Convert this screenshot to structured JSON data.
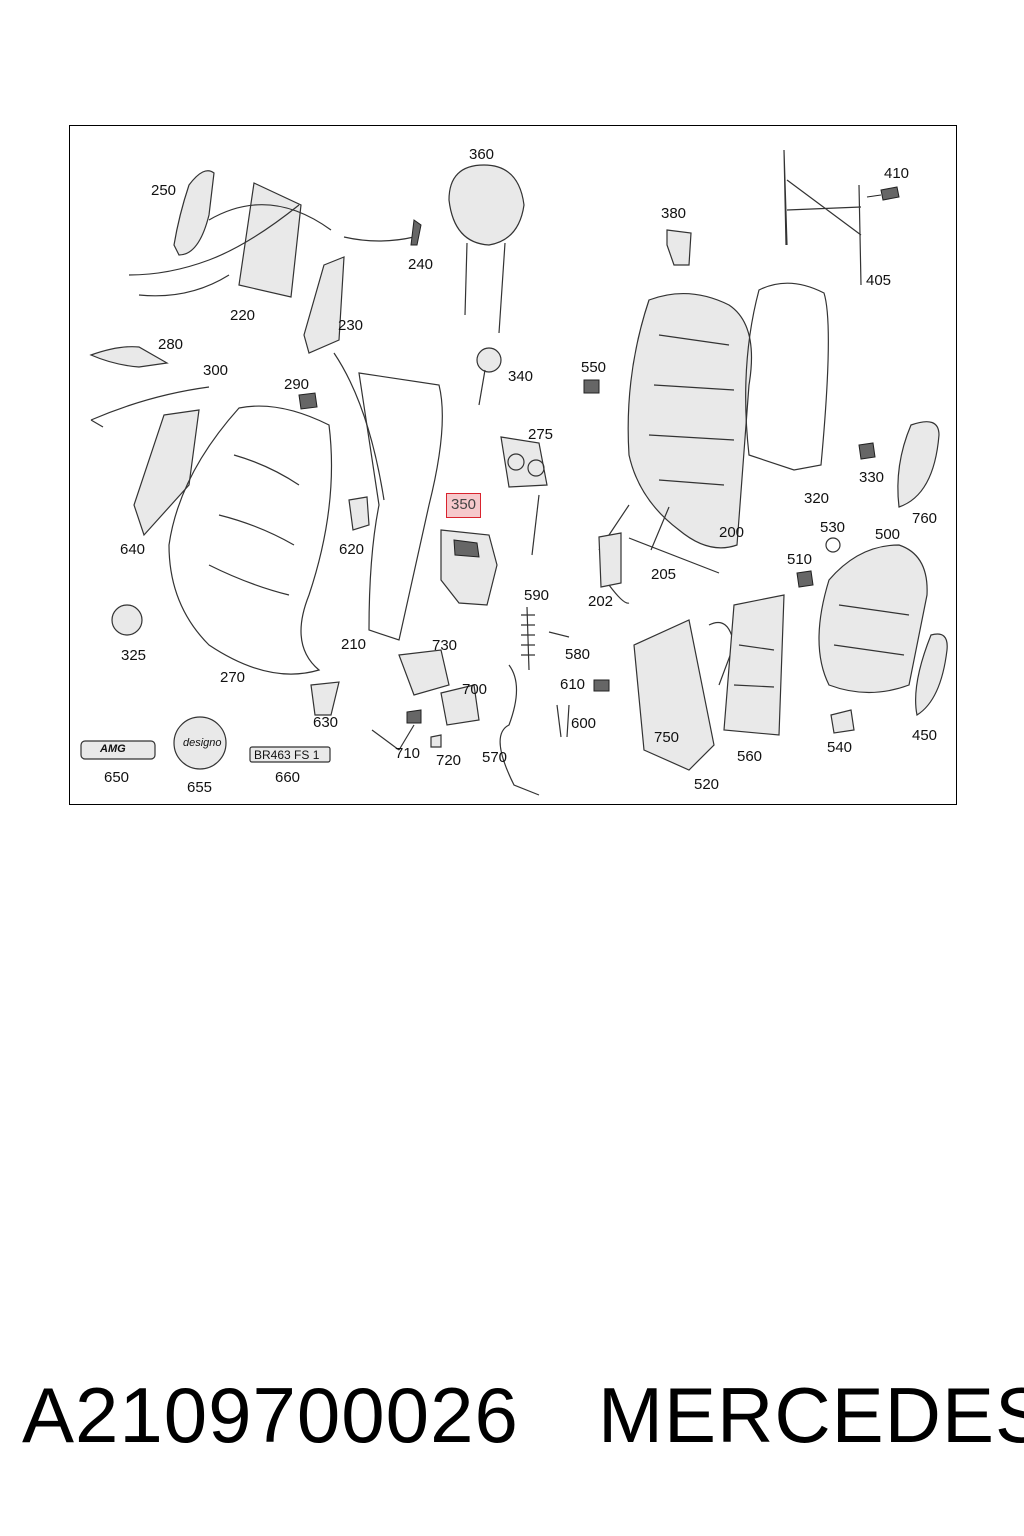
{
  "diagram": {
    "highlighted_part": "350",
    "labels": {
      "l360": "360",
      "l410": "410",
      "l250": "250",
      "l380": "380",
      "l240": "240",
      "l405": "405",
      "l220": "220",
      "l230": "230",
      "l280": "280",
      "l550": "550",
      "l300": "300",
      "l340": "340",
      "l290": "290",
      "l275": "275",
      "l330": "330",
      "l320": "320",
      "l760": "760",
      "l350": "350",
      "l640": "640",
      "l620": "620",
      "l200": "200",
      "l530": "530",
      "l500": "500",
      "l205": "205",
      "l510": "510",
      "l590": "590",
      "l202": "202",
      "l325": "325",
      "l210": "210",
      "l730": "730",
      "l580": "580",
      "l270": "270",
      "l700": "700",
      "l610": "610",
      "l630": "630",
      "l600": "600",
      "l750": "750",
      "l540": "540",
      "l450": "450",
      "l710": "710",
      "l720": "720",
      "l570": "570",
      "l560": "560",
      "l650": "650",
      "l655": "655",
      "l660": "660",
      "l520": "520"
    },
    "badges": {
      "amg": "AMG",
      "designo": "designo",
      "plate": "BR463 FS 1"
    }
  },
  "footer": {
    "part_number": "A2109700026",
    "brand": "MERCEDES"
  }
}
